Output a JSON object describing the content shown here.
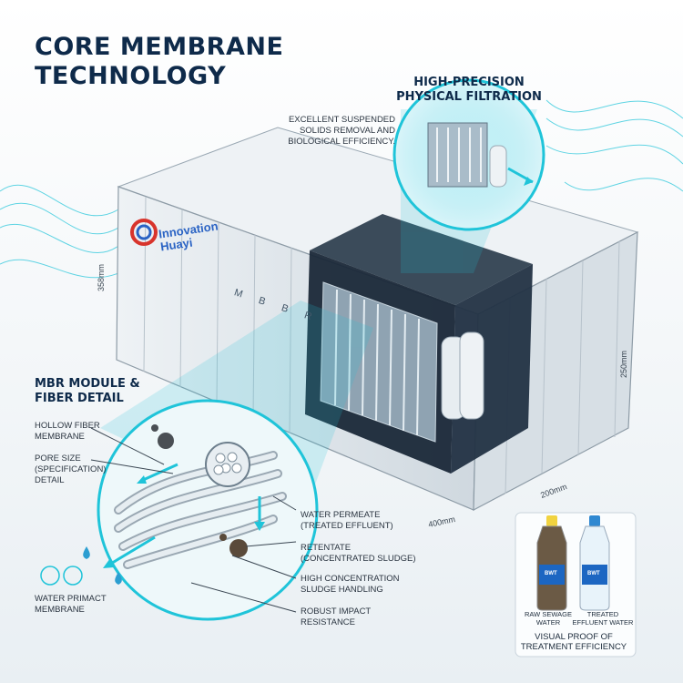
{
  "title": {
    "line1": "CORE MEMBRANE",
    "line2": "TECHNOLOGY"
  },
  "filtration": {
    "heading_line1": "HIGH-PRECISION",
    "heading_line2": "PHYSICAL FILTRATION",
    "note_line1": "EXCELLENT SUSPENDED",
    "note_line2": "SOLIDS REMOVAL AND",
    "note_line3": "BIOLOGICAL EFFICIENCY."
  },
  "container": {
    "brand_line1": "Innovation",
    "brand_line2": "Huayi",
    "side_mark": "M B B R",
    "dims": {
      "height": "358mm",
      "length": "400mm",
      "width": "200mm",
      "side": "250mm"
    }
  },
  "module": {
    "heading_line1": "MBR MODULE &",
    "heading_line2": "FIBER DETAIL",
    "labels": {
      "hollow_fiber": [
        "HOLLOW FIBER",
        "MEMBRANE"
      ],
      "pore_size": [
        "PORE SIZE",
        "(SPECIFICATION)",
        "DETAIL"
      ],
      "water_primact": [
        "WATER PRIMACT",
        "MEMBRANE"
      ],
      "water_permeate": [
        "WATER PERMEATE",
        "(TREATED EFFLUENT)"
      ],
      "retentate": [
        "RETENTATE",
        "(CONCENTRATED SLUDGE)"
      ],
      "high_conc": [
        "HIGH CONCENTRATION",
        "SLUDGE HANDLING"
      ],
      "robust": [
        "ROBUST IMPACT",
        "RESISTANCE"
      ]
    }
  },
  "proof": {
    "raw_line1": "RAW SEWAGE",
    "raw_line2": "WATER",
    "treated_line1": "TREATED",
    "treated_line2": "EFFLUENT WATER",
    "caption_line1": "VISUAL PROOF OF",
    "caption_line2": "TREATMENT EFFICIENCY",
    "bottle_label": "BWT"
  },
  "colors": {
    "accent": "#1fc4d9",
    "title": "#0e2a4a",
    "container": "#dfe5ea",
    "dark_box": "#1a2838"
  }
}
